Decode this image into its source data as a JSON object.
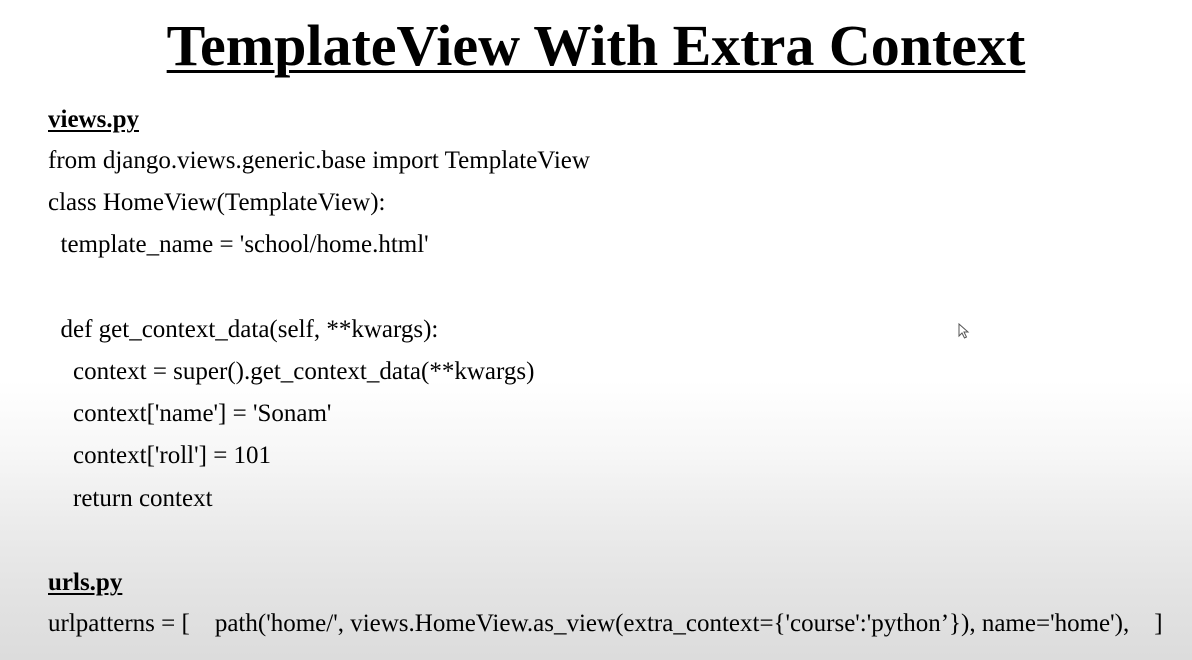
{
  "title": "TemplateView With Extra Context",
  "views_section": {
    "heading": "views.py",
    "lines": [
      "from django.views.generic.base import TemplateView",
      "class HomeView(TemplateView):",
      "  template_name = 'school/home.html'",
      "",
      "  def get_context_data(self, **kwargs):",
      "    context = super().get_context_data(**kwargs)",
      "    context['name'] = 'Sonam'",
      "    context['roll'] = 101",
      "    return context"
    ]
  },
  "urls_section": {
    "heading": "urls.py",
    "lines": [
      "urlpatterns = [    path('home/', views.HomeView.as_view(extra_context={'course':'python’}), name='home'),    ]"
    ]
  },
  "cursor_icon": "mouse-pointer-icon"
}
